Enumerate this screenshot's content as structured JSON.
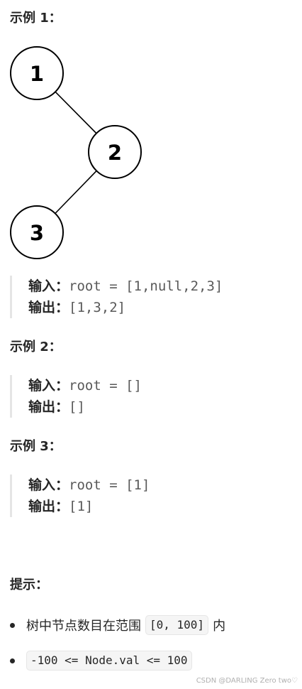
{
  "example1": {
    "heading": "示例 1：",
    "tree_nodes": [
      "1",
      "2",
      "3"
    ],
    "input_label": "输入：",
    "input_value": "root = [1,null,2,3]",
    "output_label": "输出：",
    "output_value": "[1,3,2]"
  },
  "example2": {
    "heading": "示例 2：",
    "input_label": "输入：",
    "input_value": "root = []",
    "output_label": "输出：",
    "output_value": "[]"
  },
  "example3": {
    "heading": "示例 3：",
    "input_label": "输入：",
    "input_value": "root = [1]",
    "output_label": "输出：",
    "output_value": "[1]"
  },
  "hints": {
    "heading": "提示：",
    "items": [
      {
        "before": "树中节点数目在范围",
        "code": "[0, 100]",
        "after": "内"
      },
      {
        "before": "",
        "code": "-100 <= Node.val <= 100",
        "after": ""
      }
    ]
  },
  "watermark": "CSDN @DARLING Zero two♡"
}
